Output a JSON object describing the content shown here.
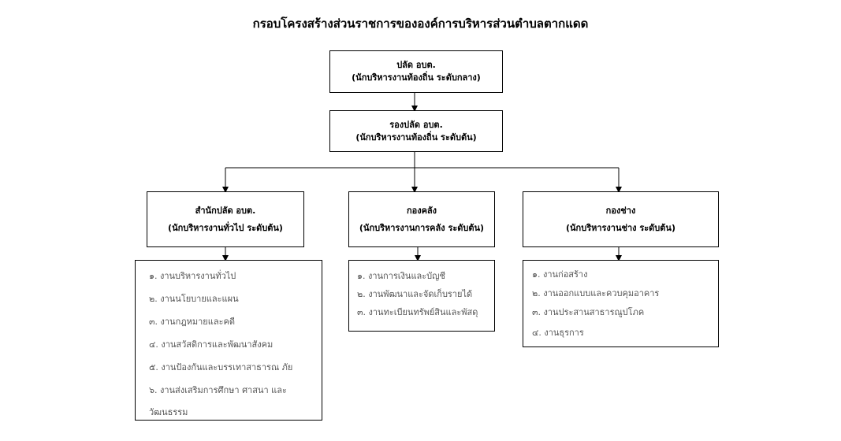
{
  "title": "กรอบโครงสร้างส่วนราชการขององค์การบริหารส่วนตำบลตากแดด",
  "top": {
    "line1": "ปลัด อบต.",
    "line2": "(นักบริหารงานท้องถิ่น ระดับกลาง)"
  },
  "deputy": {
    "line1": "รองปลัด อบต.",
    "line2": "(นักบริหารงานท้องถิ่น ระดับต้น)"
  },
  "divisions": [
    {
      "line1": "สำนักปลัด อบต.",
      "line2": "(นักบริหารงานทั่วไป ระดับต้น)",
      "tasks": [
        "๑. งานบริหารงานทั่วไป",
        "๒. งานนโยบายและแผน",
        "๓. งานกฎหมายและคดี",
        "๔. งานสวัสดิการและพัฒนาสังคม",
        "๕. งานป้องกันและบรรเทาสาธารณ ภัย",
        "๖. งานส่งเสริมการศึกษา ศาสนา และ",
        "วัฒนธรรม"
      ]
    },
    {
      "line1": "กองคลัง",
      "line2": "(นักบริหารงานการคลัง ระดับต้น)",
      "tasks": [
        "๑. งานการเงินและบัญชี",
        "๒. งานพัฒนาและจัดเก็บรายได้",
        "๓. งานทะเบียนทรัพย์สินและพัสดุ"
      ]
    },
    {
      "line1": "กองช่าง",
      "line2": "(นักบริหารงานช่าง ระดับต้น)",
      "tasks": [
        "๑. งานก่อสร้าง",
        "๒. งานออกแบบและควบคุมอาคาร",
        "๓. งานประสานสาธารณูปโภค",
        "๔. งานธุรการ"
      ]
    }
  ]
}
